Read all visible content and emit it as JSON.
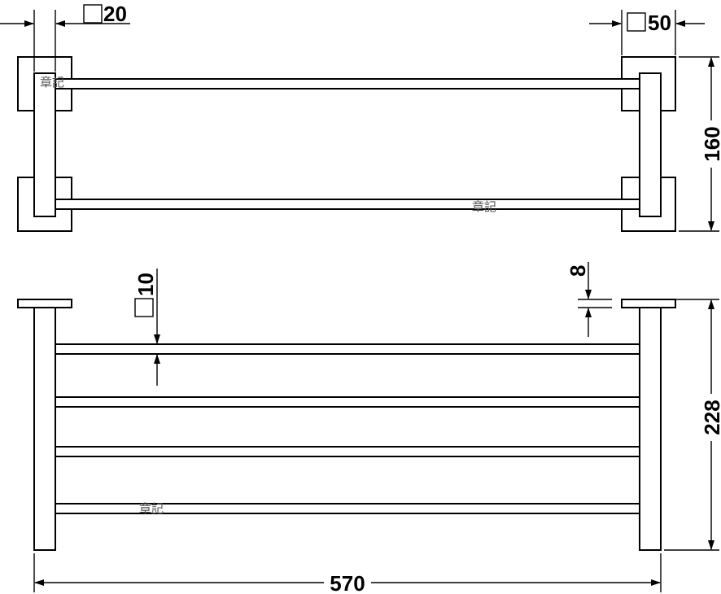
{
  "dimensions": {
    "tube_square": "20",
    "flange_square": "50",
    "depth": "160",
    "bar_square": "10",
    "gap": "8",
    "height": "228",
    "width": "570"
  },
  "watermark": "章記"
}
